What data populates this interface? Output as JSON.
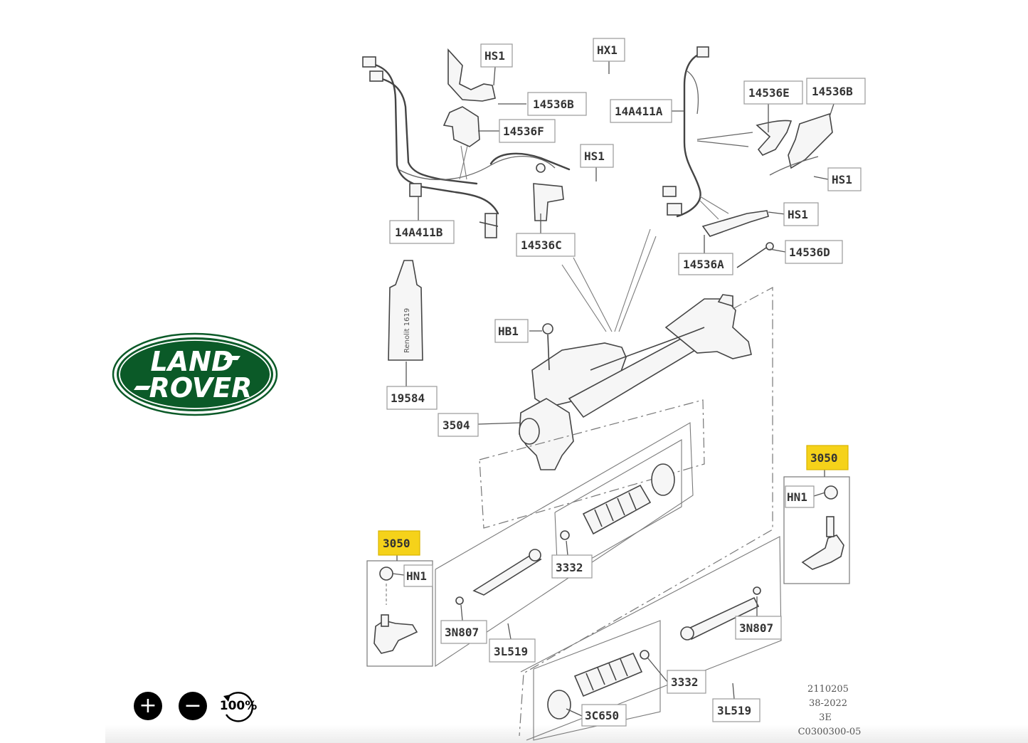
{
  "brand": {
    "logo_line1": "LAND",
    "logo_line2": "ROVER",
    "logo_color": "#0b5a28"
  },
  "highlight_color": "#f5d21a",
  "labels": {
    "hs1_top": "HS1",
    "hx1": "HX1",
    "p14536b_left": "14536B",
    "p14536f": "14536F",
    "hs1_mid": "HS1",
    "p14a411a": "14A411A",
    "p14536e": "14536E",
    "p14536b_right": "14536B",
    "hs1_right1": "HS1",
    "hs1_right2": "HS1",
    "p14a411b": "14A411B",
    "p14536c": "14536C",
    "p14536a": "14536A",
    "p14536d": "14536D",
    "hb1": "HB1",
    "p19584": "19584",
    "p3504": "3504",
    "p3050_right": "3050",
    "hn1_right": "HN1",
    "p3050_left": "3050",
    "hn1_left": "HN1",
    "p3332_upper": "3332",
    "p3n807_left": "3N807",
    "p3l519_left": "3L519",
    "p3n807_right": "3N807",
    "p3332_lower": "3332",
    "p3l519_right": "3L519",
    "p3c650": "3C650"
  },
  "tube_text": "Renolit 1619",
  "stamp": {
    "line1": "2110205",
    "line2": "38-2022",
    "line3": "3E",
    "line4": "C0300300-05"
  },
  "controls": {
    "zoom_in": "+",
    "zoom_out": "−",
    "zoom_reset": "100%"
  }
}
